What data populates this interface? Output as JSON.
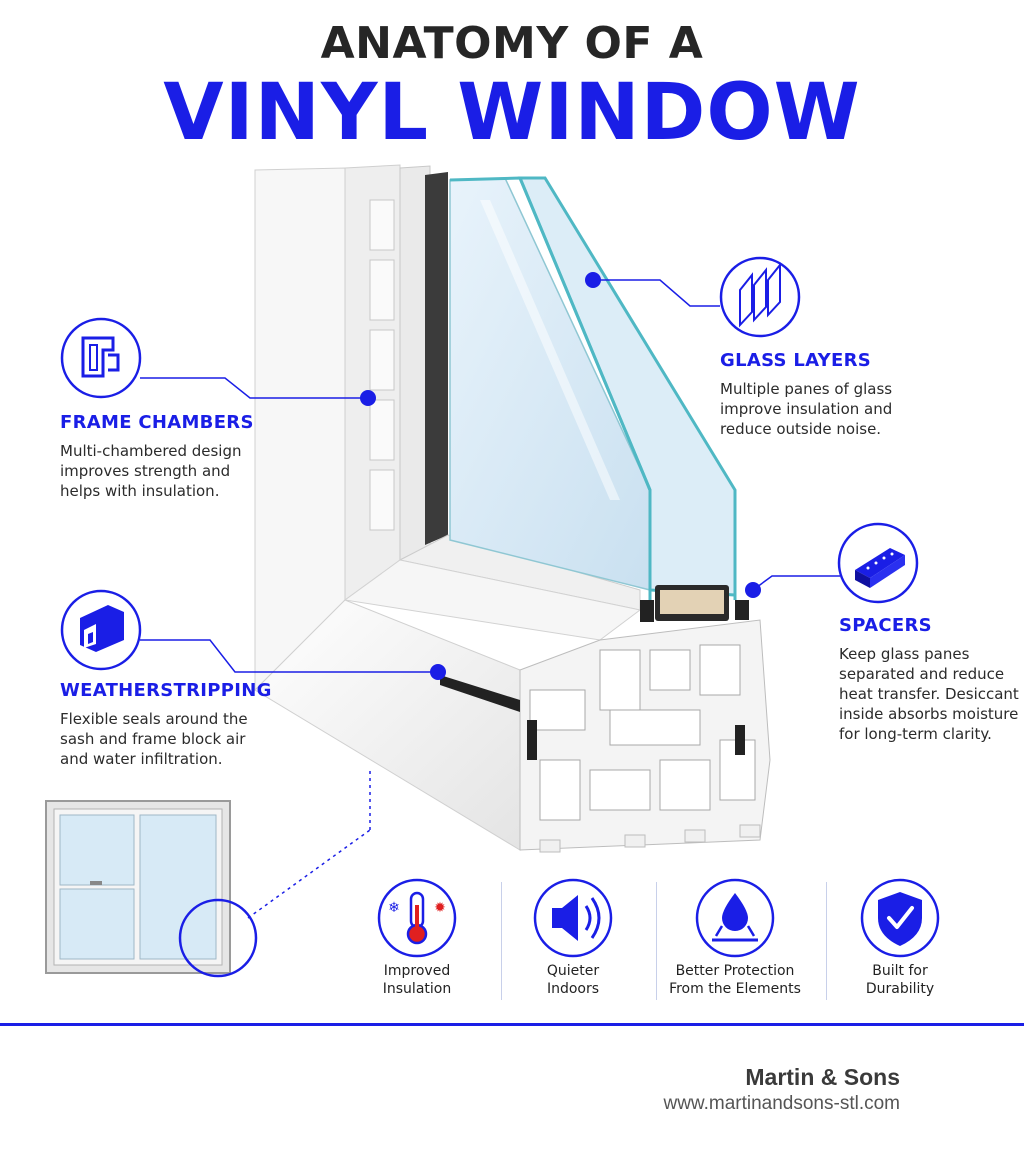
{
  "title": {
    "line1": "ANATOMY OF A",
    "line2": "VINYL WINDOW"
  },
  "colors": {
    "accent": "#1a1ee6",
    "title_dark": "#262626",
    "glass_edge": "#4fb8c4",
    "glass_fill": "#d7eaf6",
    "frame_white": "#f3f3f3"
  },
  "callouts": {
    "frame_chambers": {
      "icon": "frame-chambers-icon",
      "heading": "FRAME CHAMBERS",
      "text": "Multi-chambered design\nimproves strength and\nhelps with insulation."
    },
    "weatherstripping": {
      "icon": "weatherstrip-icon",
      "heading": "WEATHERSTRIPPING",
      "text": "Flexible seals around the\nsash and frame block air\nand water infiltration."
    },
    "glass_layers": {
      "icon": "glass-layers-icon",
      "heading": "GLASS LAYERS",
      "text": "Multiple panes of glass\nimprove insulation and\nreduce outside noise."
    },
    "spacers": {
      "icon": "spacer-icon",
      "heading": "SPACERS",
      "text": "Keep glass panes\nseparated and reduce\nheat transfer. Desiccant\ninside absorbs moisture\nfor long-term clarity."
    }
  },
  "benefits": [
    {
      "icon": "thermometer-icon",
      "label": "Improved\nInsulation"
    },
    {
      "icon": "speaker-icon",
      "label": "Quieter\nIndoors"
    },
    {
      "icon": "water-drop-icon",
      "label": "Better Protection\nFrom the Elements"
    },
    {
      "icon": "shield-check-icon",
      "label": "Built for\nDurability"
    }
  ],
  "brand": {
    "name": "Martin & Sons",
    "url": "www.martinandsons-stl.com"
  }
}
